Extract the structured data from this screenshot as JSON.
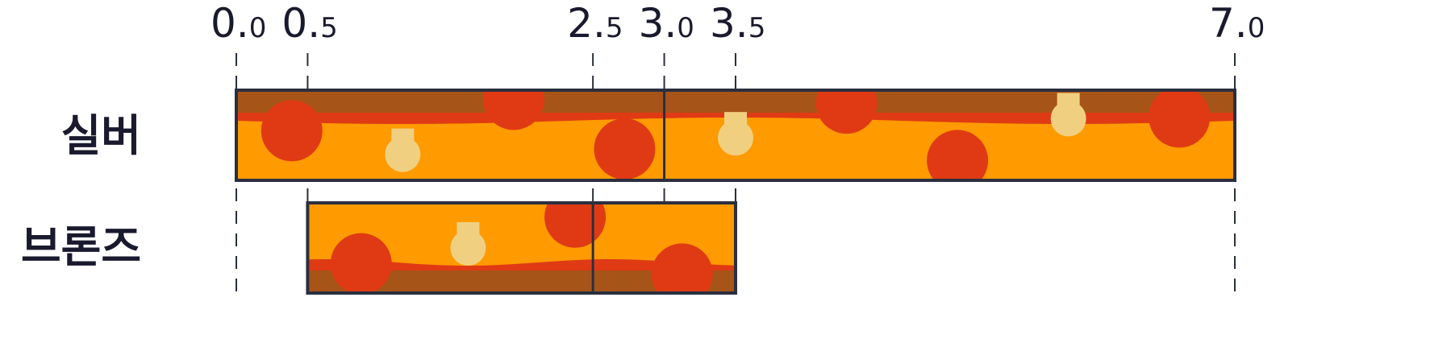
{
  "chart_data": {
    "type": "timeline",
    "x_ticks": [
      {
        "value": 0.0,
        "major": "0.",
        "minor": "0"
      },
      {
        "value": 0.5,
        "major": "0.",
        "minor": "5"
      },
      {
        "value": 2.5,
        "major": "2.",
        "minor": "5"
      },
      {
        "value": 3.0,
        "major": "3.",
        "minor": "0"
      },
      {
        "value": 3.5,
        "major": "3.",
        "minor": "5"
      },
      {
        "value": 7.0,
        "major": "7.",
        "minor": "0"
      }
    ],
    "xlim": [
      0,
      7
    ],
    "rows": [
      {
        "label": "실버",
        "start": 0.0,
        "end": 7.0,
        "divider": 3.0
      },
      {
        "label": "브론즈",
        "start": 0.5,
        "end": 3.5,
        "divider": 2.5
      }
    ]
  },
  "colors": {
    "crust": "#A65418",
    "sauce": "#E03A14",
    "cheese": "#FF9A00",
    "pepperoni": "#E03A14",
    "mushroom": "#F0D080",
    "outline": "#2B2F3E",
    "text": "#1a1a2e"
  }
}
